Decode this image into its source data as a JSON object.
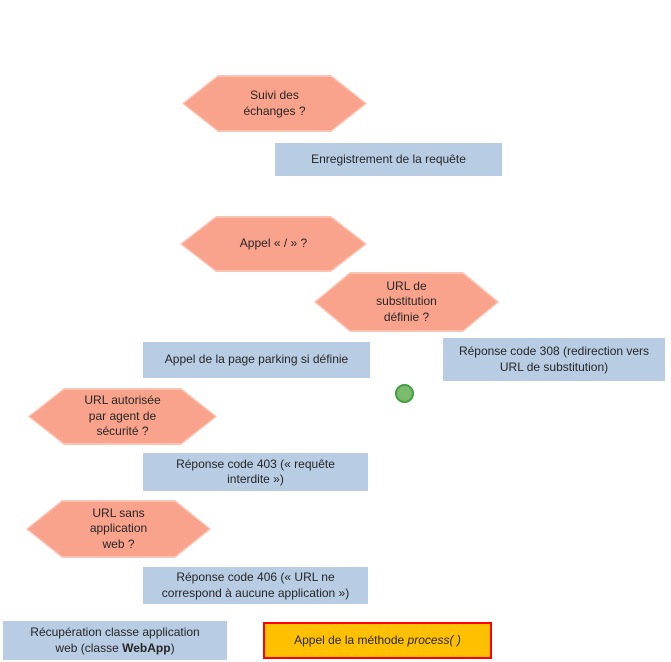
{
  "diagram": {
    "colors": {
      "decision_fill": "#F9A28C",
      "decision_edge": "#FCC3B2",
      "process_fill": "#B8CCE4",
      "terminal_fill": "#FFC000",
      "terminal_border": "#FF0000",
      "connector_fill": "#7CBB6E",
      "connector_border": "#3FA040",
      "text": "#262626"
    },
    "nodes": {
      "suivi_echanges": {
        "type": "decision",
        "label": "Suivi des\néchanges ?"
      },
      "enregistrement": {
        "type": "process",
        "label": "Enregistrement de la requête"
      },
      "appel_racine": {
        "type": "decision",
        "label": "Appel « / » ?"
      },
      "url_substitution": {
        "type": "decision",
        "label": "URL de\nsubstitution\ndéfinie ?"
      },
      "page_parking": {
        "type": "process",
        "label": "Appel de la page parking si définie"
      },
      "reponse_308": {
        "type": "process",
        "label": "Réponse code 308 (redirection vers\nURL de substitution)"
      },
      "url_autorisee": {
        "type": "decision",
        "label": "URL autorisée\npar agent de\nsécurité ?"
      },
      "reponse_403": {
        "type": "process",
        "label": "Réponse code 403 (« requête\ninterdite »)"
      },
      "url_sans_app": {
        "type": "decision",
        "label": "URL sans\napplication\nweb ?"
      },
      "reponse_406": {
        "type": "process",
        "label": "Réponse code 406 (« URL ne\ncorrespond à aucune application »)"
      },
      "recuperation_classe": {
        "type": "process",
        "line1": "Récupération classe application",
        "line2_prefix": "web (classe ",
        "line2_bold": "WebApp",
        "line2_suffix": ")"
      },
      "appel_process": {
        "type": "terminal",
        "prefix": "Appel de la méthode ",
        "italic": "process( )"
      }
    }
  }
}
